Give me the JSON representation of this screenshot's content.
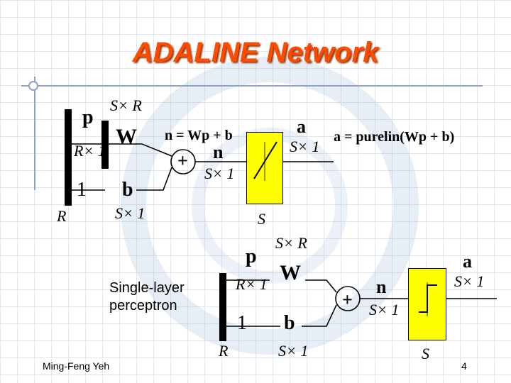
{
  "title": "ADALINE Network",
  "top": {
    "p": "p",
    "r_by_1": "R× 1",
    "s_by_r": "S× R",
    "w": "W",
    "one": "1",
    "b": "b",
    "r": "R",
    "s_by_1_b": "S× 1",
    "n_eq": "n = Wp + b",
    "plus": "+",
    "n": "n",
    "s_by_1_n": "S× 1",
    "a": "a",
    "s_by_1_a": "S× 1",
    "a_eq": "a = purelin(Wp + b)",
    "s": "S"
  },
  "bottom": {
    "p": "p",
    "s_by_r": "S× R",
    "r_by_1": "R× 1",
    "w": "W",
    "one": "1",
    "b": "b",
    "r": "R",
    "s_by_1_b": "S× 1",
    "plus": "+",
    "n": "n",
    "s_by_1_n": "S× 1",
    "a": "a",
    "s_by_1_a": "S× 1",
    "s": "S"
  },
  "caption": "Single-layer\nperceptron",
  "author": "Ming-Feng Yeh",
  "page_number": "4"
}
